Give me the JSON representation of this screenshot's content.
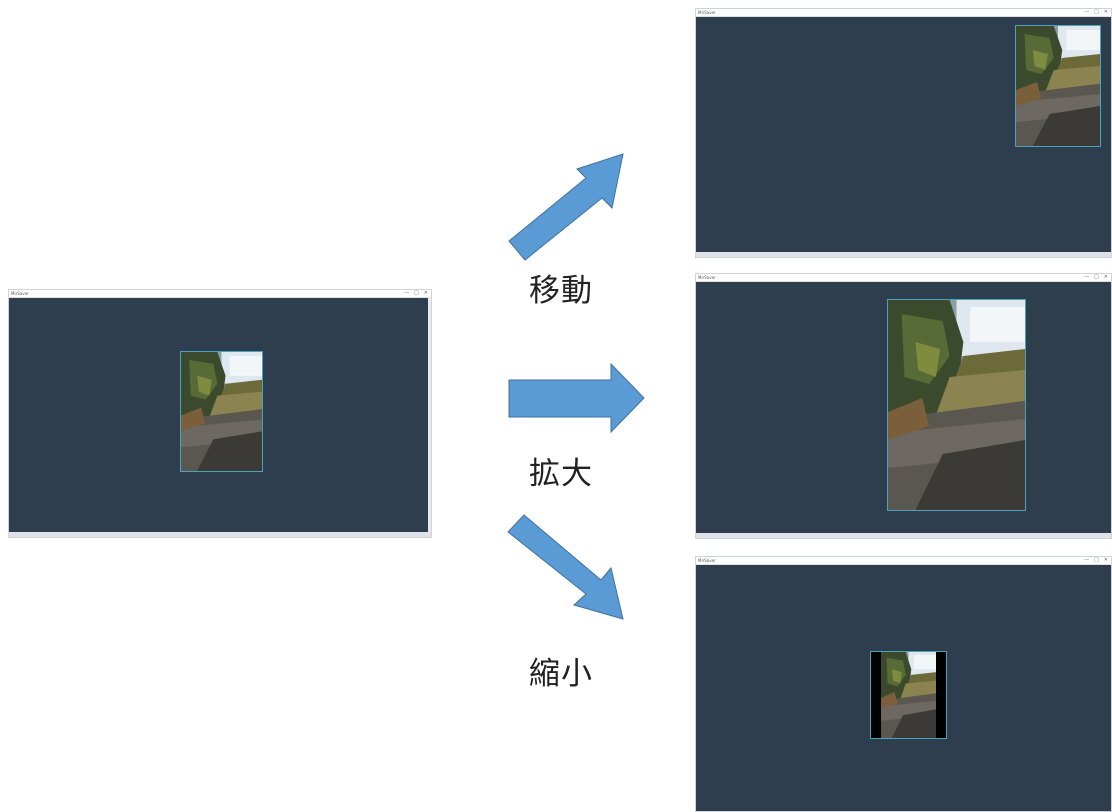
{
  "window_title": "MirSaver",
  "window_controls": [
    "—",
    "□",
    "✕"
  ],
  "operations": {
    "move": "移動",
    "zoom_in": "拡大",
    "zoom_out": "縮小"
  },
  "colors": {
    "canvas": "#2e3e4f",
    "arrow": "#5b9bd5",
    "arrow_border": "#41719c",
    "photo_border": "#4aa3b8"
  },
  "icons": {
    "arrow": "block-arrow-icon",
    "photo": "photo-thumbnail"
  }
}
